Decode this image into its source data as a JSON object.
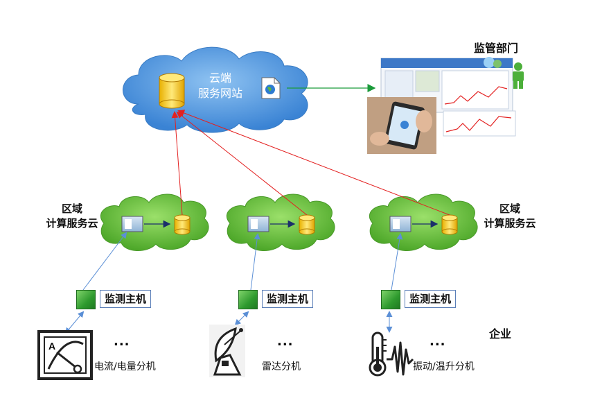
{
  "cloud": {
    "title_line1": "云端",
    "title_line2": "服务网站"
  },
  "regulator_label": "监管部门",
  "region_left_line1": "区域",
  "region_left_line2": "计算服务云",
  "region_right_line1": "区域",
  "region_right_line2": "计算服务云",
  "enterprise_label": "企业",
  "monitor_label": "监测主机",
  "ellipsis": "...",
  "devices": [
    {
      "label": "电流/电量分机"
    },
    {
      "label": "雷达分机"
    },
    {
      "label": "振动/温升分机"
    }
  ],
  "colors": {
    "cloud_blue": "#4a90d9",
    "cloud_green": "#5fb83a",
    "arrow_red": "#e32020",
    "arrow_green": "#1a9a3a",
    "arrow_blue": "#5b8fd6",
    "monitor_border": "#5b7fb8"
  }
}
